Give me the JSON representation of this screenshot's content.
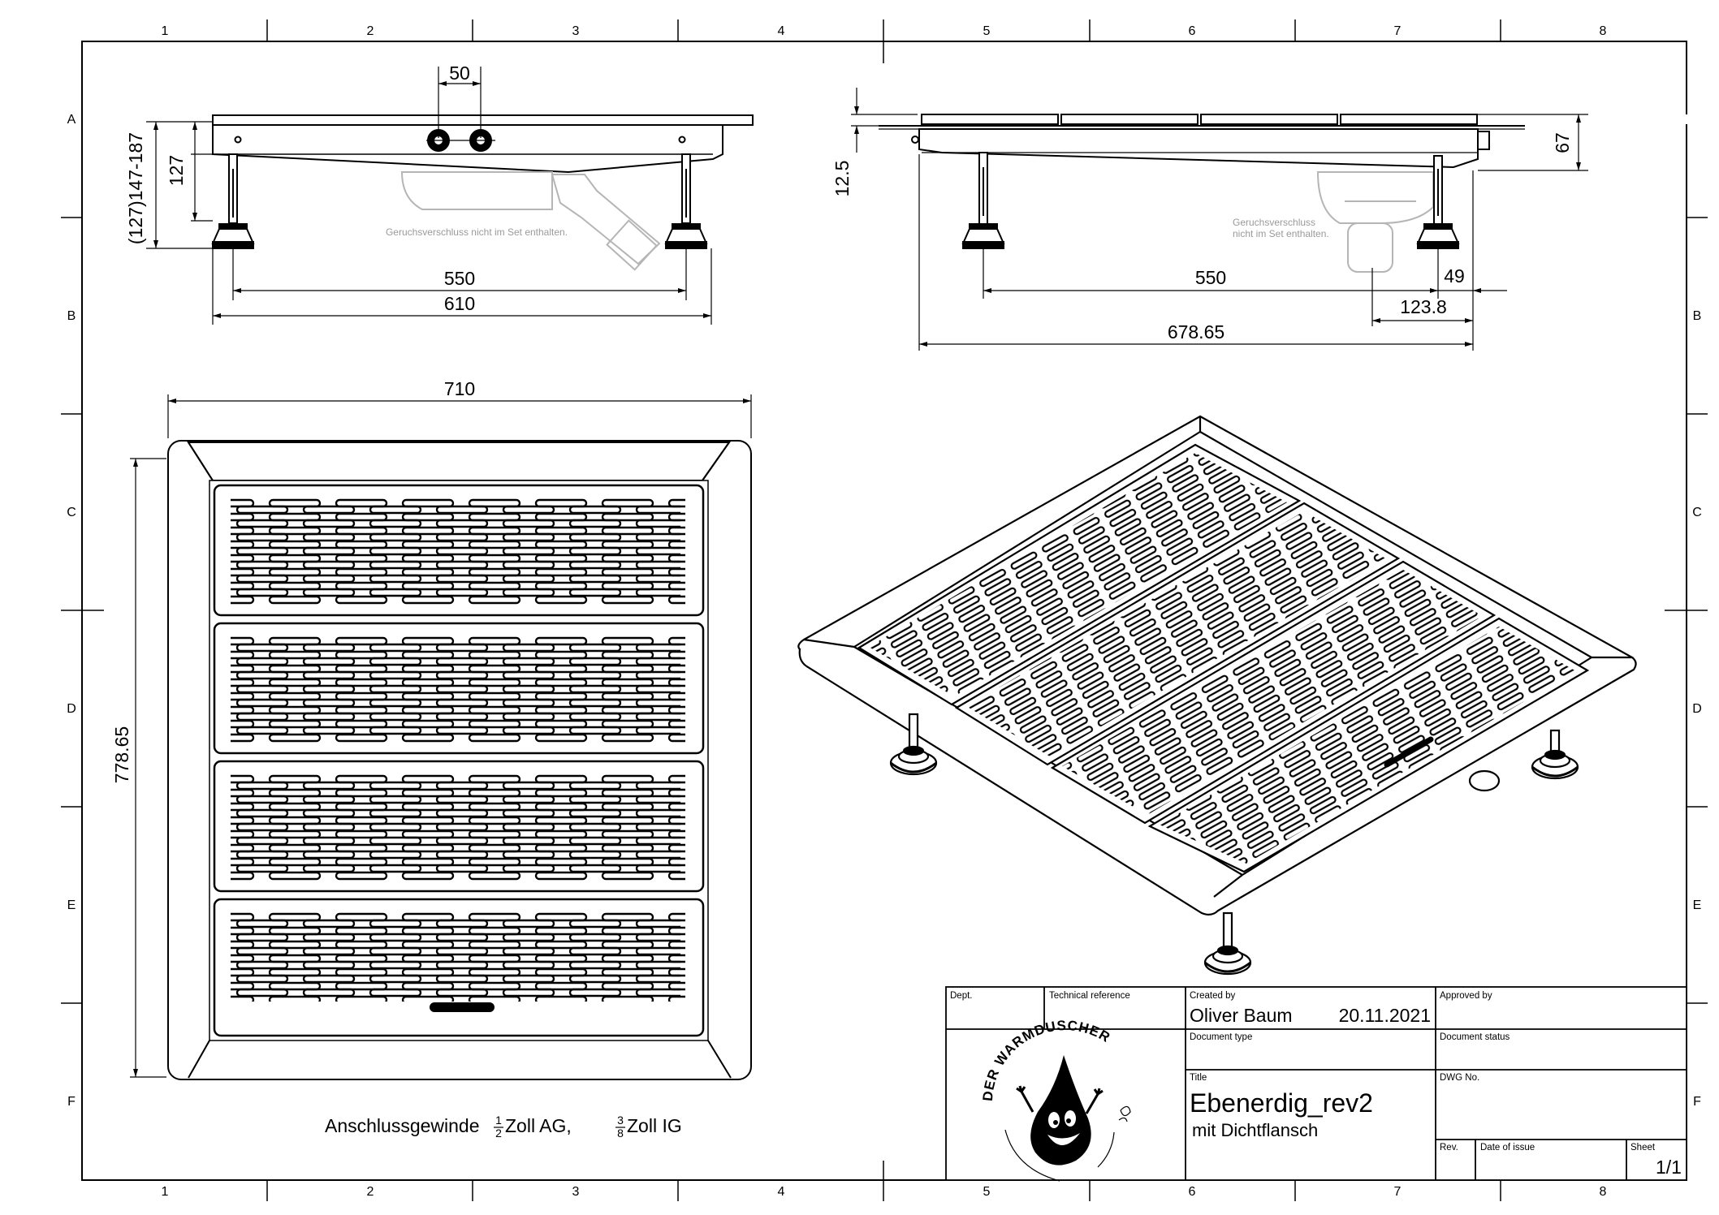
{
  "zones": {
    "columns": [
      "1",
      "2",
      "3",
      "4",
      "5",
      "6",
      "7",
      "8"
    ],
    "rows": [
      "A",
      "B",
      "C",
      "D",
      "E",
      "F"
    ]
  },
  "side_view": {
    "dim_spacing": "50",
    "dim_height_range": "(127)147-187",
    "dim_height": "127",
    "dim_feet": "550",
    "dim_width": "610",
    "note": "Geruchsverschluss nicht im Set enthalten."
  },
  "front_view": {
    "dim_top": "12.5",
    "dim_height": "67",
    "dim_feet": "550",
    "dim_offset_small": "49",
    "dim_offset": "123.8",
    "dim_width": "678.65",
    "note_line1": "Geruchsverschluss",
    "note_line2": "nicht im Set enthalten."
  },
  "top_view": {
    "dim_width": "710",
    "dim_length": "778.65"
  },
  "thread_note": {
    "prefix": "Anschlussgewinde ",
    "frac1_num": "1",
    "frac1_den": "2",
    "mid": " Zoll AG, ",
    "frac2_num": "3",
    "frac2_den": "8",
    "suffix": " Zoll IG"
  },
  "title_block": {
    "dept_label": "Dept.",
    "tech_ref_label": "Technical reference",
    "created_by_label": "Created by",
    "created_by": "Oliver Baum",
    "date": "20.11.2021",
    "approved_by_label": "Approved by",
    "doc_type_label": "Document type",
    "doc_status_label": "Document status",
    "title_label": "Title",
    "title": "Ebenerdig_rev2",
    "subtitle": "mit Dichtflansch",
    "dwg_no_label": "DWG No.",
    "rev_label": "Rev.",
    "date_issue_label": "Date of issue",
    "sheet_label": "Sheet",
    "sheet": "1/1",
    "logo_text": "DER WARMDUSCHER"
  }
}
